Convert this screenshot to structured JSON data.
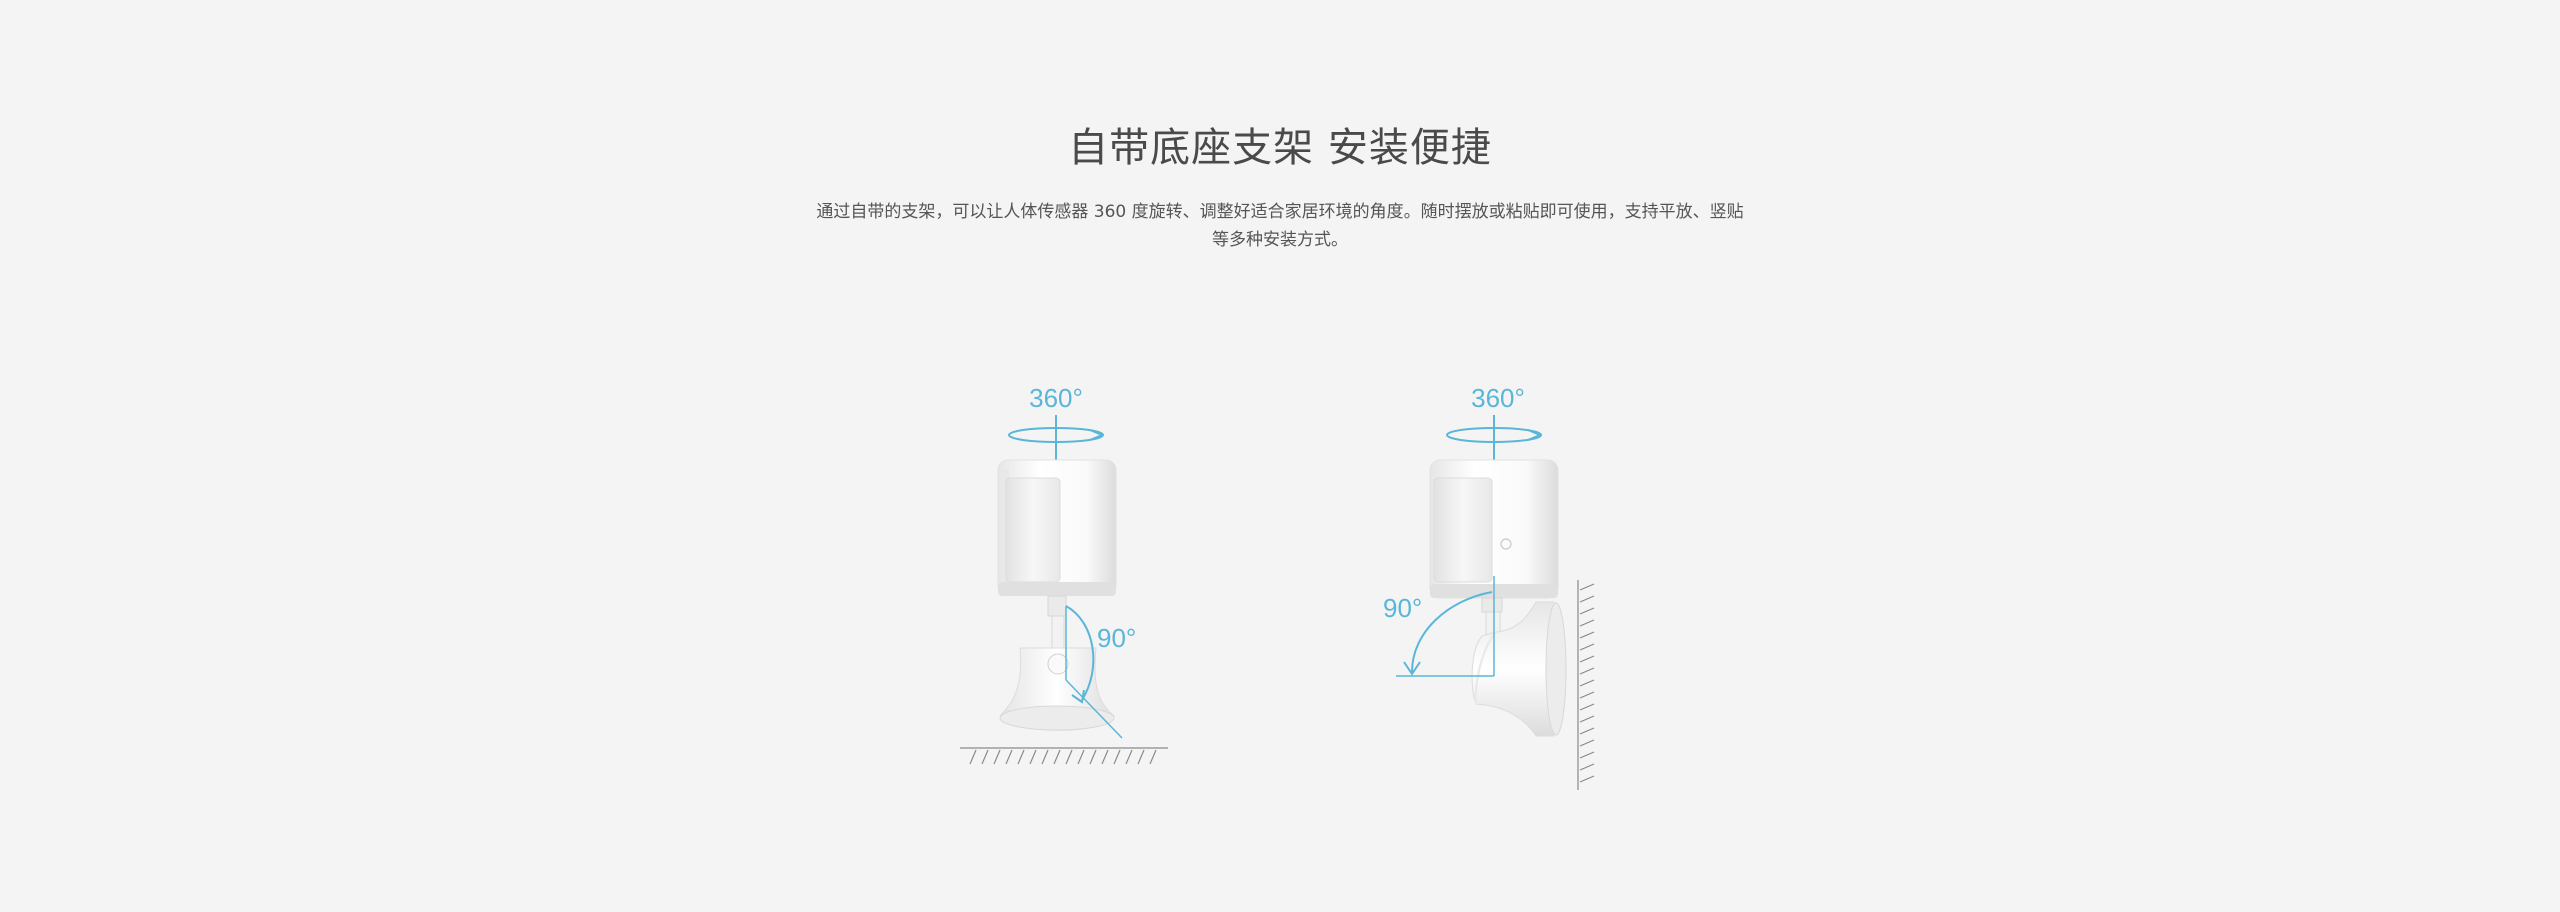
{
  "heading": {
    "title": "自带底座支架 安装便捷",
    "description": "通过自带的支架，可以让人体传感器 360 度旋转、调整好适合家居环境的角度。随时摆放或粘贴即可使用，支持平放、竖贴等多种安装方式。"
  },
  "illustrations": {
    "floor": {
      "rotation_label": "360°",
      "tilt_label": "90°"
    },
    "wall": {
      "rotation_label": "360°",
      "tilt_label": "90°"
    }
  },
  "colors": {
    "background": "#f4f4f4",
    "accent": "#5ab6d8",
    "text": "#4a4a4a"
  }
}
